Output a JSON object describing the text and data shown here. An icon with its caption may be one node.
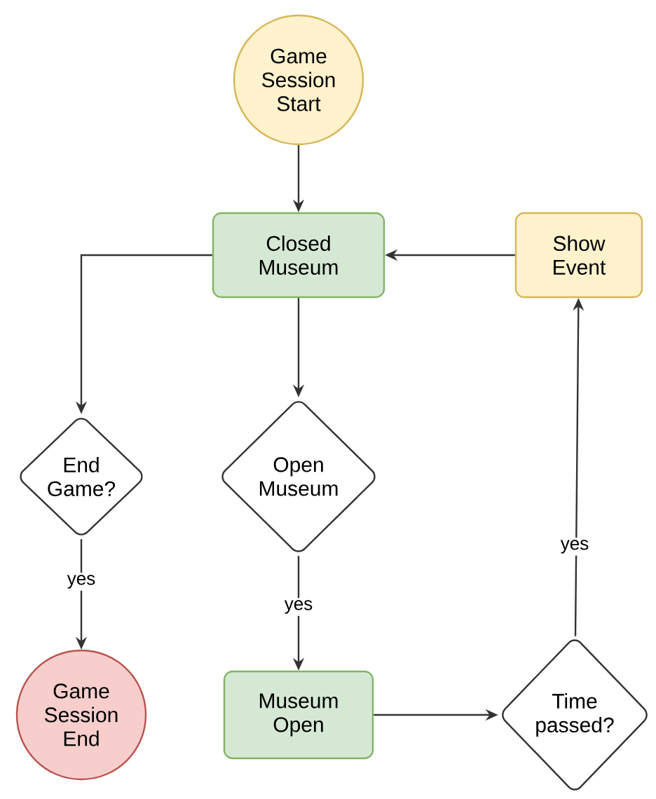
{
  "diagram": {
    "nodes": [
      {
        "text": [
          "Game Session Start"
        ]
      },
      {
        "text": [
          "Closed Museum"
        ]
      },
      {
        "text": [
          "Show Event"
        ]
      },
      {
        "text": [
          "End Game?"
        ]
      },
      {
        "text": [
          "Open Museum"
        ]
      },
      {
        "text": [
          "Game Session End"
        ]
      },
      {
        "text": [
          "Museum Open"
        ]
      },
      {
        "text": [
          "Time passed?"
        ]
      }
    ],
    "edges": [
      {
        "from": 0,
        "to": 1,
        "arrow": "to"
      },
      {
        "from": 1,
        "to": 3,
        "arrow": "to"
      },
      {
        "from": 1,
        "to": 4,
        "arrow": "to"
      },
      {
        "from": 3,
        "to": 5,
        "arrow": "to",
        "label": "yes"
      },
      {
        "from": 4,
        "to": 6,
        "arrow": "to",
        "label": "yes"
      },
      {
        "from": 6,
        "to": 7,
        "arrow": "to"
      },
      {
        "from": 7,
        "to": 2,
        "arrow": "to",
        "label": "yes"
      },
      {
        "from": 2,
        "to": 1,
        "arrow": "to"
      }
    ]
  }
}
